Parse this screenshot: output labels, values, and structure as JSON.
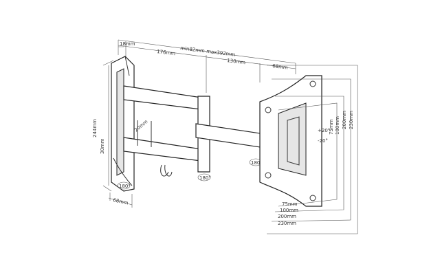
{
  "diagram": {
    "top_dimensions": {
      "wall_offset": "18mm",
      "extension_range": "min82mm-max392mm",
      "arm1": "176mm",
      "arm2": "130mm",
      "plate": "68mm"
    },
    "wall_plate": {
      "height": "244mm",
      "arm_height": "30mm",
      "arm_width": "20mm",
      "base_width": "68mm",
      "rotation": "180°"
    },
    "joint_rotation": "180°",
    "plate_rotation": "180°",
    "tilt": {
      "up": "+20°",
      "down": "-20°"
    },
    "vesa_vertical": [
      "75mm",
      "100mm",
      "200mm",
      "230mm"
    ],
    "vesa_horizontal": [
      "75mm",
      "100mm",
      "200mm",
      "230mm"
    ]
  }
}
